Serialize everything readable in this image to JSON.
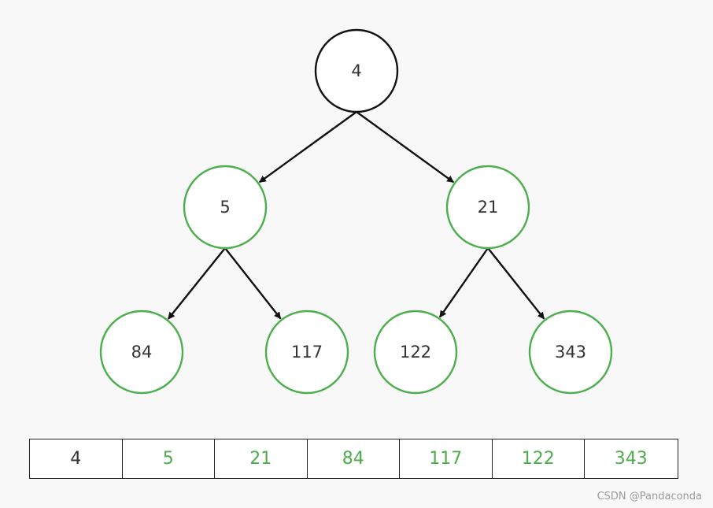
{
  "tree": {
    "nodes": [
      {
        "id": "n0",
        "label": "4",
        "highlight": false
      },
      {
        "id": "n1",
        "label": "5",
        "highlight": true
      },
      {
        "id": "n2",
        "label": "21",
        "highlight": true
      },
      {
        "id": "n3",
        "label": "84",
        "highlight": true
      },
      {
        "id": "n4",
        "label": "117",
        "highlight": true
      },
      {
        "id": "n5",
        "label": "122",
        "highlight": true
      },
      {
        "id": "n6",
        "label": "343",
        "highlight": true
      }
    ],
    "edges": [
      {
        "from": "n0",
        "to": "n1"
      },
      {
        "from": "n0",
        "to": "n2"
      },
      {
        "from": "n1",
        "to": "n3"
      },
      {
        "from": "n1",
        "to": "n4"
      },
      {
        "from": "n2",
        "to": "n5"
      },
      {
        "from": "n2",
        "to": "n6"
      }
    ]
  },
  "array": {
    "cells": [
      {
        "value": "4",
        "highlight": false
      },
      {
        "value": "5",
        "highlight": true
      },
      {
        "value": "21",
        "highlight": true
      },
      {
        "value": "84",
        "highlight": true
      },
      {
        "value": "117",
        "highlight": true
      },
      {
        "value": "122",
        "highlight": true
      },
      {
        "value": "343",
        "highlight": true
      }
    ]
  },
  "watermark": "CSDN @Pandaconda",
  "colors": {
    "highlight": "#4cae4c",
    "normal": "#111111",
    "node_fill": "#ffffff",
    "text_normal": "#333333"
  }
}
